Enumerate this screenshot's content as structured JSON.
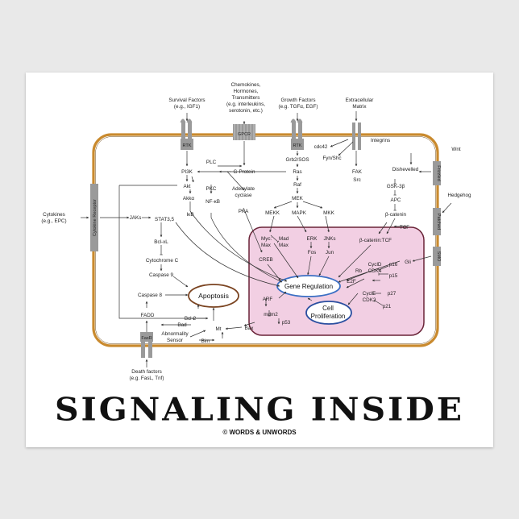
{
  "title": "SIGNALING INSIDE",
  "credit": "© WORDS & UNWORDS",
  "colors": {
    "membrane": "#c98a2e",
    "nucleus_fill": "#f2cfe3",
    "nucleus_border": "#6a2438",
    "receptor": "#9a9a9a",
    "hub_border": "#3a6fc4",
    "apoptosis_border": "#7a4320"
  },
  "inputs": {
    "survival_1": "Survival Factors",
    "survival_2": "(e.g., IGF1)",
    "chemo_1": "Chemokines,",
    "chemo_2": "Hormones,",
    "chemo_3": "Transmitters",
    "chemo_4": "(e.g. interleukins,",
    "chemo_5": "serotonin, etc.)",
    "growth_1": "Growth Factors",
    "growth_2": "(e.g. TGFα, EGF)",
    "ecm_1": "Extracellular",
    "ecm_2": "Matrix",
    "cyto_1": "Cytokines",
    "cyto_2": "(e.g., EPC)",
    "wnt": "Wnt",
    "hedgehog": "Hedgehog",
    "death_1": "Death factors",
    "death_2": "(e.g. FasL, Tnf)"
  },
  "receptors": {
    "rtk1": "RTK",
    "gpcr": "GPCR",
    "rtk2": "RTK",
    "integrins": "Integrins",
    "cytokine": "Cytokine Receptor",
    "frizzled": "Frizzled",
    "patched": "Patched",
    "smo": "SMO",
    "fasr": "FasR"
  },
  "cyto": {
    "pi3k": "PI3K",
    "akt": "Akt",
    "akka": "Akkα",
    "plc": "PLC",
    "gprotein": "G-Protein",
    "pkc": "PKC",
    "nfkb": "NF-κB",
    "ikb": "IκB",
    "adenylate_1": "Adenylate",
    "adenylate_2": "cyclase",
    "pka": "PKA",
    "cdc42": "cdc42",
    "grb2": "Grb2/SOS",
    "fyn": "Fyn/Shc",
    "ras": "Ras",
    "raf": "Raf",
    "fak": "FAK",
    "src": "Src",
    "mek": "MEK",
    "mekk": "MEKK",
    "mapk": "MAPK",
    "mkk": "MKK",
    "jaks": "JAKs",
    "stat": "STAT3,5",
    "bclxl": "Bcl-xL",
    "cytc": "Cytochrome C",
    "casp9": "Caspase 9",
    "casp8": "Caspase 8",
    "fadd": "FADD",
    "bcl2": "Bcl-2",
    "bad": "Bad",
    "abn_1": "Abnormality",
    "abn_2": "Sensor",
    "bim": "Bim",
    "mt": "Mt",
    "bax": "Bax",
    "dishevelled": "Dishevelled",
    "gsk": "GSK-3β",
    "apc": "APC",
    "bcat": "β-catenin",
    "tcf": "TCF"
  },
  "nuc": {
    "myc": "Myc:",
    "mad": "Mad",
    "max1": "Max",
    "max2": "Max",
    "erk": "ERK",
    "fos": "Fos",
    "jnks": "JNKs",
    "jun": "Jun",
    "bcat_tcf": "β-catenin:TCF",
    "creb": "CREB",
    "gene_reg": "Gene Regulation",
    "gli": "Gli",
    "cycd": "CyclD",
    "cdk4": "CDK4",
    "rb": "Rb",
    "p16": "p16",
    "p15": "p15",
    "e2f": "E2F",
    "cyce": "CyclE",
    "cdk2": "CDK2",
    "p27": "p27",
    "p21": "p21",
    "arf": "ARF",
    "mdm2": "mdm2",
    "p53": "p53",
    "cell_prolif_1": "Cell",
    "cell_prolif_2": "Proliferation"
  },
  "outcomes": {
    "apoptosis": "Apoptosis"
  }
}
